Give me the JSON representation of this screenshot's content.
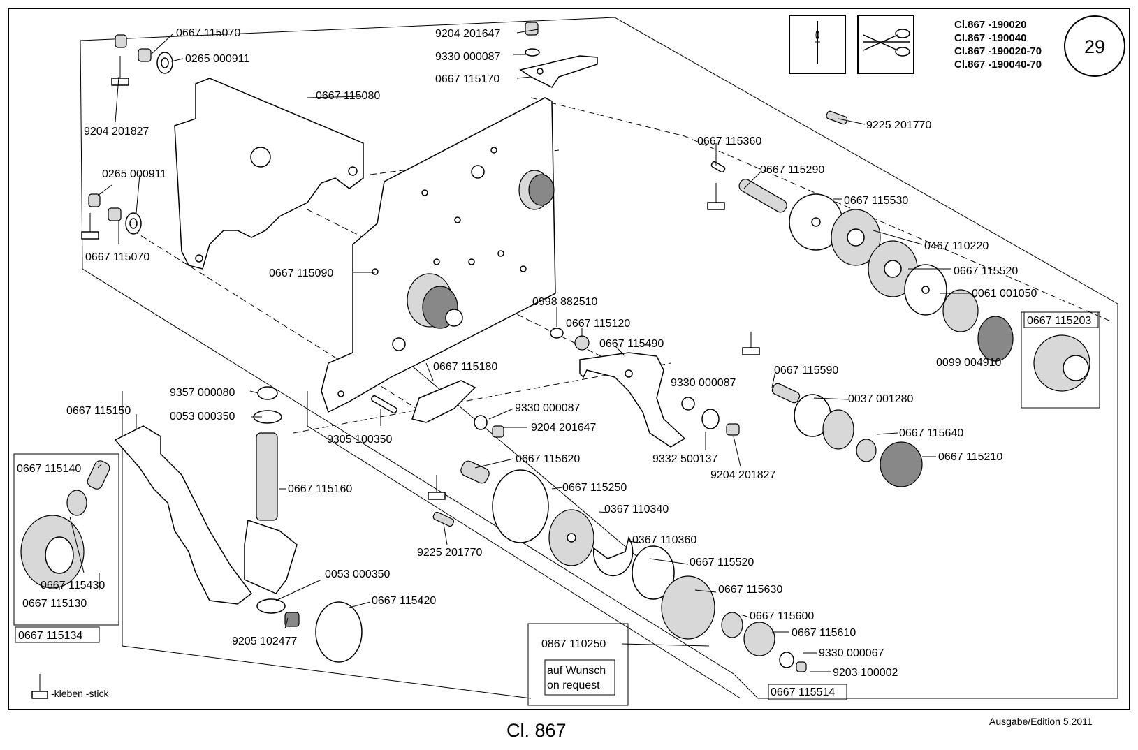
{
  "page_number": "29",
  "class_list": [
    "Cl.867 -190020",
    "Cl.867 -190040",
    "Cl.867 -190020-70",
    "Cl.867 -190040-70"
  ],
  "footer": {
    "title": "Cl. 867",
    "edition": "Ausgabe/Edition   5.2011"
  },
  "legend": {
    "stick_label": "-kleben -stick"
  },
  "request_box": {
    "line1": "auf Wunsch",
    "line2": "on request"
  },
  "part_numbers": {
    "p01": "0667 115070",
    "p02": "0265 000911",
    "p03": "0667 115080",
    "p04": "9204 201827",
    "p05": "0265 000911",
    "p06": "0667 115070",
    "p07": "9204 201647",
    "p08": "9330 000087",
    "p09": "0667 115170",
    "p10": "9225 201770",
    "p11": "0667 115360",
    "p12": "0667 115290",
    "p13": "0667 115530",
    "p14": "0467 110220",
    "p15": "0667 115520",
    "p16": "0061 001050",
    "p17": "0667 115203",
    "p18": "0099 004910",
    "p19": "0667 115090",
    "p20": "0998 882510",
    "p21": "0667 115120",
    "p22": "0667 115490",
    "p23": "0667 115180",
    "p24": "9330 000087",
    "p25": "9330 000087",
    "p26": "9204 201647",
    "p27": "0667 115590",
    "p28": "0037 001280",
    "p29": "9357 000080",
    "p30": "0053 000350",
    "p31": "0667 115150",
    "p32": "9305 100350",
    "p33": "9332 500137",
    "p34": "9204 201827",
    "p35": "0667 115640",
    "p36": "0667 115210",
    "p37": "0667 115140",
    "p38": "0667 115620",
    "p39": "0667 115160",
    "p40": "0667 115250",
    "p41": "0367 110340",
    "p42": "9225 201770",
    "p43": "0367 110360",
    "p44": "0667 115520",
    "p45": "0667 115430",
    "p46": "0667 115130",
    "p47": "0053 000350",
    "p48": "0667 115630",
    "p49": "0667 115134",
    "p50": "0667 115420",
    "p51": "0667 115600",
    "p52": "9205 102477",
    "p53": "0867 110250",
    "p54": "0667 115610",
    "p55": "9330 000067",
    "p56": "9203 100002",
    "p57": "0667 115514"
  }
}
